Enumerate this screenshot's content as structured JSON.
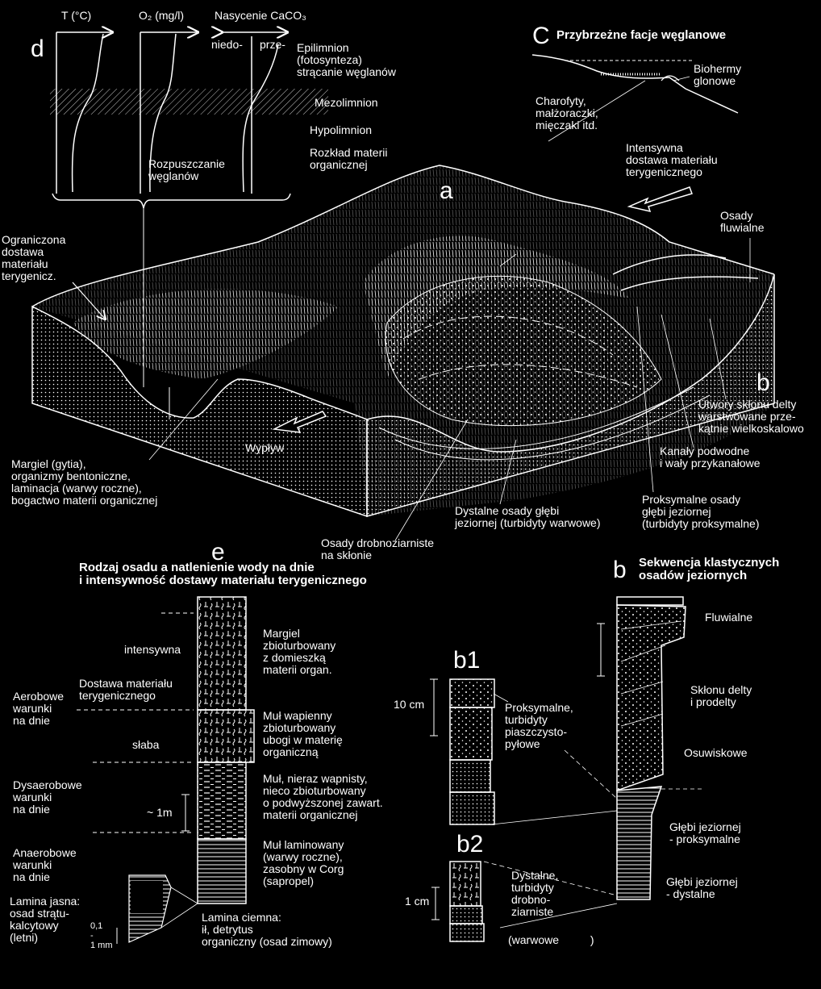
{
  "panel_d": {
    "letter": "d",
    "temp_header": "T (°C)",
    "o2_header": "O₂ (mg/l)",
    "saturation_header": "Nasycenie CaCO₃",
    "under_sat": "niedo-",
    "over_sat": "prze-",
    "epilimnion": "Epilimnion\n(fotosynteza)\nstrącanie węglanów",
    "mesolimnion": "Mezolimnion",
    "hypolimnion": "Hypolimnion",
    "dissolution": "Rozpuszczanie\nwęglanów",
    "decomposition": "Rozkład materii\norganicznej"
  },
  "panel_c": {
    "letter": "C",
    "title": "Przybrzeżne facje węglanowe",
    "bioherms": "Biohermy\nglonowe",
    "charophytes": "Charofyty,\nmałżoraczki,\nmięczaki itd."
  },
  "block": {
    "letter_a": "a",
    "letter_b": "b",
    "intense_supply": "Intensywna\ndostawa materiału\nterygenicznego",
    "fluvial": "Osady\nfluwialne",
    "limited_supply": "Ograniczona\ndostawa\nmateriału\nterygenicz.",
    "delta_slope": "Utwory skłonu delty\nwarstwowane prze-\nkątnie wielkoskalowo",
    "outflow": "Wypływ",
    "channels": "Kanały podwodne\ni wały przykanałowe",
    "marl": "Margiel (gytia),\norganizmy bentoniczne,\nlaminacja (warwy roczne),\nbogactwo materii organicznej",
    "proximal": "Proksymalne osady\ngłębi jeziornej\n(turbidyty proksymalne)",
    "distal": "Dystalne osady głębi\njeziornej (turbidyty warwowe)",
    "fine_slope": "Osady drobnoziarniste\nna skłonie"
  },
  "panel_e": {
    "letter": "e",
    "title": "Rodzaj osadu a natlenienie wody na dnie\ni intensywność dostawy materiału terygenicznego",
    "intense": "intensywna",
    "supply": "Dostawa materiału\nterygenicznego",
    "weak": "słaba",
    "aerobic": "Aerobowe\nwarunki\nna dnie",
    "dysaerobic": "Dysaerobowe\nwarunki\nna dnie",
    "anaerobic": "Anaerobowe\nwarunki\nna dnie",
    "scale": "~ 1m",
    "marl_bio": "Margiel\nzbioturbowany\nz domieszką\nmaterii organ.",
    "lime_mud": "Muł wapienny\nzbioturbowany\nubogi w materię\norganiczną",
    "mud": "Muł, nieraz wapnisty,\nnieco zbioturbowany\no podwyższonej zawart.\nmaterii organicznej",
    "laminated": "Muł laminowany\n(warwy roczne),\nzasobny w Corg\n(sapropel)",
    "light_lamina": "Lamina jasna:\nosad strątu-\nkalcytowy\n(letni)",
    "dark_lamina": "Lamina ciemna:\nił, detrytus\norganiczny (osad zimowy)",
    "inset_scale": "0,1\n-\n1 mm"
  },
  "panel_b": {
    "letter": "b",
    "title": "Sekwencja klastycznych\nosadów jeziornych",
    "fluvial": "Fluwialne",
    "delta": "Skłonu delty\ni prodelty",
    "slump": "Osuwiskowe",
    "proximal": "Głębi jeziornej\n- proksymalne",
    "distal": "Głębi jeziornej\n- dystalne"
  },
  "panel_b1": {
    "letter": "b1",
    "scale": "10 cm",
    "label": "Proksymalne,\nturbidyty\npiaszczysto-\npyłowe"
  },
  "panel_b2": {
    "letter": "b2",
    "scale": "1 cm",
    "label": "Dystalne,\nturbidyty\ndrobno-\nziarniste",
    "varve": "(warwowe          )"
  }
}
